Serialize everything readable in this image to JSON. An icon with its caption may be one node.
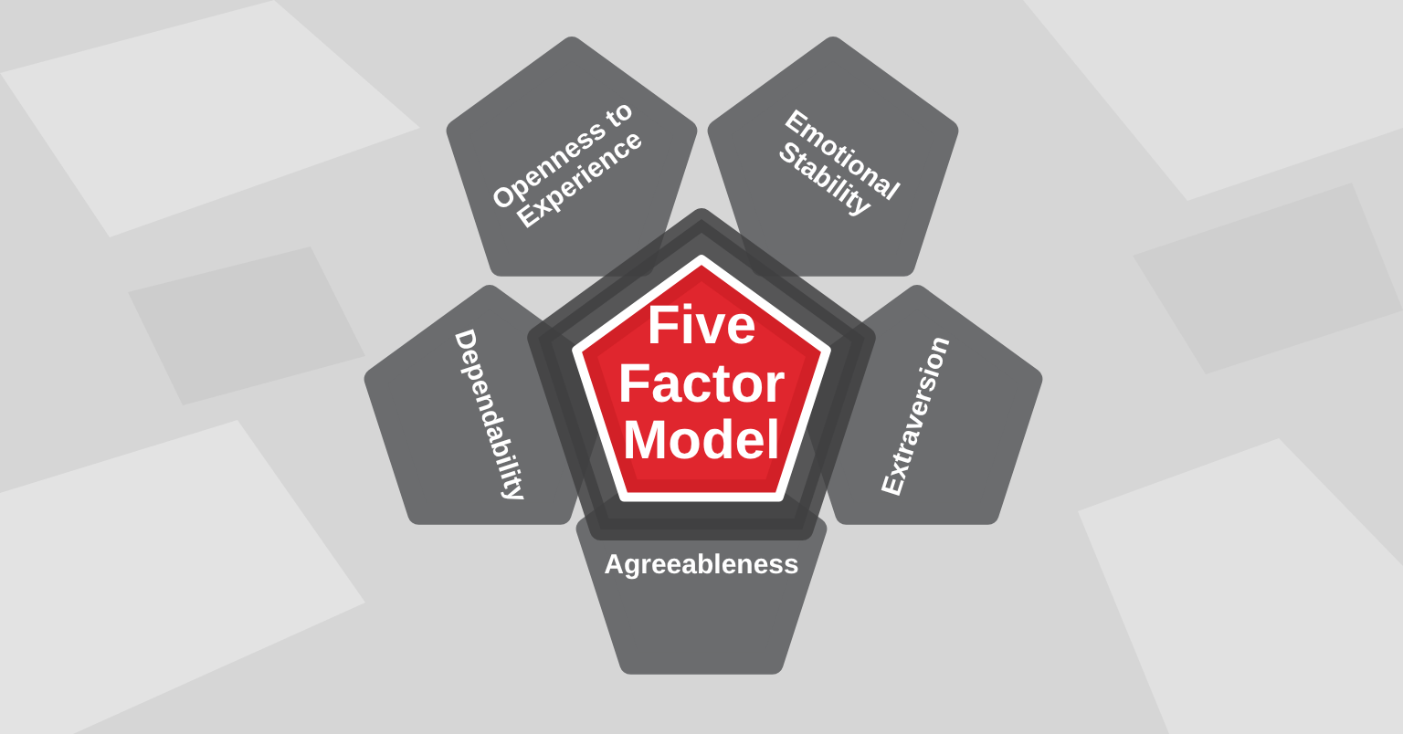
{
  "diagram": {
    "nodes": [
      {
        "text": [
          "Five Factor Model"
        ]
      },
      {
        "text": [
          "Openness to Experience"
        ]
      },
      {
        "text": [
          "Emotional Stability"
        ]
      },
      {
        "text": [
          "Dependability"
        ]
      },
      {
        "text": [
          "Extraversion"
        ]
      },
      {
        "text": [
          "Agreeableness"
        ]
      }
    ]
  }
}
